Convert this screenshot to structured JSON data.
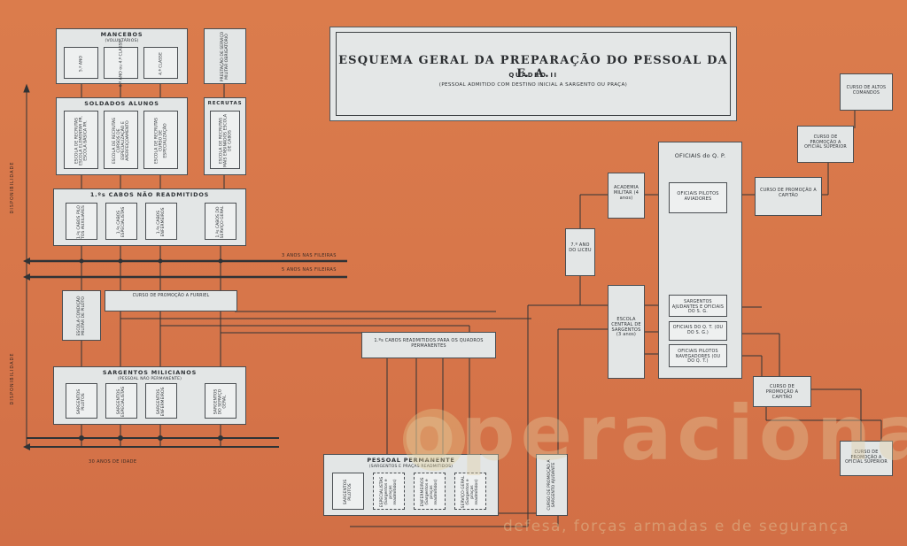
{
  "title": {
    "main": "ESQUEMA GERAL DA PREPARAÇÃO DO PESSOAL DA F. A.",
    "sub": "QUADRO II",
    "note": "(PESSOAL ADMITIDO COM DESTINO INICIAL A SARGENTO OU PRAÇA)"
  },
  "side_labels": {
    "upper": "DISPONIBILIDADE",
    "lower": "DISPONIBILIDADE"
  },
  "notes": {
    "years3": "3 ANOS NAS FILEIRAS",
    "years5": "5 ANOS NAS FILEIRAS",
    "age": "30 ANOS DE IDADE"
  },
  "mancebos": {
    "title": "MANCEBOS",
    "sub": "(VOLUNTÁRIOS)",
    "items": [
      "5.º ANO",
      "6.º ANO ou 4.ª CLASSE",
      "4.ª CLASSE"
    ]
  },
  "prestacao": "PRESTAÇÃO DE SERVIÇO MILITAR OBRIGATÓRIO",
  "soldados": {
    "title": "SOLDADOS ALUNOS",
    "items": [
      "ESCOLA DE RECRUTAS ESCOLA ELEMENTAR PR. ESCOLA BÁSICA PR.",
      "ESCOLA DE RECRUTAS CURSOS DE ESPECIALIZAÇÃO E APERFEIÇOAMENTO",
      "ESCOLA DE RECRUTAS CURSO DE ESPECIALIZAÇÃO"
    ]
  },
  "recrutas": {
    "title": "RECRUTAS",
    "item": "ESCOLA DE RECRUTAS MAIS ENSINADOS ESCOLA DE CABOS"
  },
  "cabos": {
    "title": "1.ºs CABOS NÃO READMITIDOS",
    "items": [
      "1.ºs CABOS PILO TOS AUXILIARES",
      "1.ºs CABOS ESPECIALISTAS",
      "1.ºs CABOS ENFERMEIROS",
      "1.ºs CABOS DO SERVIÇO GERAL"
    ]
  },
  "escola_cond": "ESCOLA CONDIÇÃO MILITAR DE PILOTO",
  "curso_furriel": "CURSO DE PROMOÇÃO A FURRIEL",
  "cabos_readm": "1.ºs CABOS READMITIDOS PARA OS QUADROS PERMANENTES",
  "sargentos_mil": {
    "title": "SARGENTOS MILICIANOS",
    "sub": "(PESSOAL NÃO PERMANENTE)",
    "items": [
      "SARGENTOS PILOTOS",
      "SARGENTOS ESPECIALISTAS",
      "SARGENTOS ENFERMEIROS",
      "SARGENTOS DO SERVIÇO GERAL"
    ]
  },
  "pessoal_perm": {
    "title": "PESSOAL PERMANENTE",
    "sub": "(SARGENTOS E PRAÇAS READMITIDOS)",
    "items": [
      "SARGENTOS PILOTOS",
      "ESPECIALISTAS (Sargentos e praças readmitidos)",
      "ENFERMEIROS (Sargentos e praças readmitidos)",
      "SERVIÇO GERAL (Sargentos e praças readmitidos)"
    ]
  },
  "curso_ajudante": "CURSO DE PROMOÇÃO A SARGENTO AJUDANTE",
  "ano_liceu": "7.º ANO DO LICEU",
  "academia": "ACADEMIA MILITAR (4 anos)",
  "escola_central": "ESCOLA CENTRAL DE SARGENTOS (3 anos)",
  "oficiais": {
    "title": "OFICIAIS do Q. P.",
    "items": [
      "OFICIAIS PILOTOS AVIADORES",
      "SARGENTOS AJUDANTES E OFICIAIS DO S. G.",
      "OFICIAIS DO Q. T. (OU DO S. G.)",
      "OFICIAIS PILOTOS NAVEGADORES (OU DO Q. T.)"
    ]
  },
  "cp_capitao_1": "CURSO DE PROMOÇÃO A CAPITÃO",
  "cp_superior_1": "CURSO DE PROMOÇÃO A OFICIAL SUPERIOR",
  "altos_comandos": "CURSO DE ALTOS COMANDOS",
  "cp_capitao_2": "CURSO DE PROMOÇÃO A CAPITÃO",
  "cp_superior_2": "CURSO DE PROMOÇÃO A OFICIAL SUPERIOR",
  "watermark": {
    "brand": "operacional",
    "tagline": "defesa, forças armadas e de segurança"
  }
}
